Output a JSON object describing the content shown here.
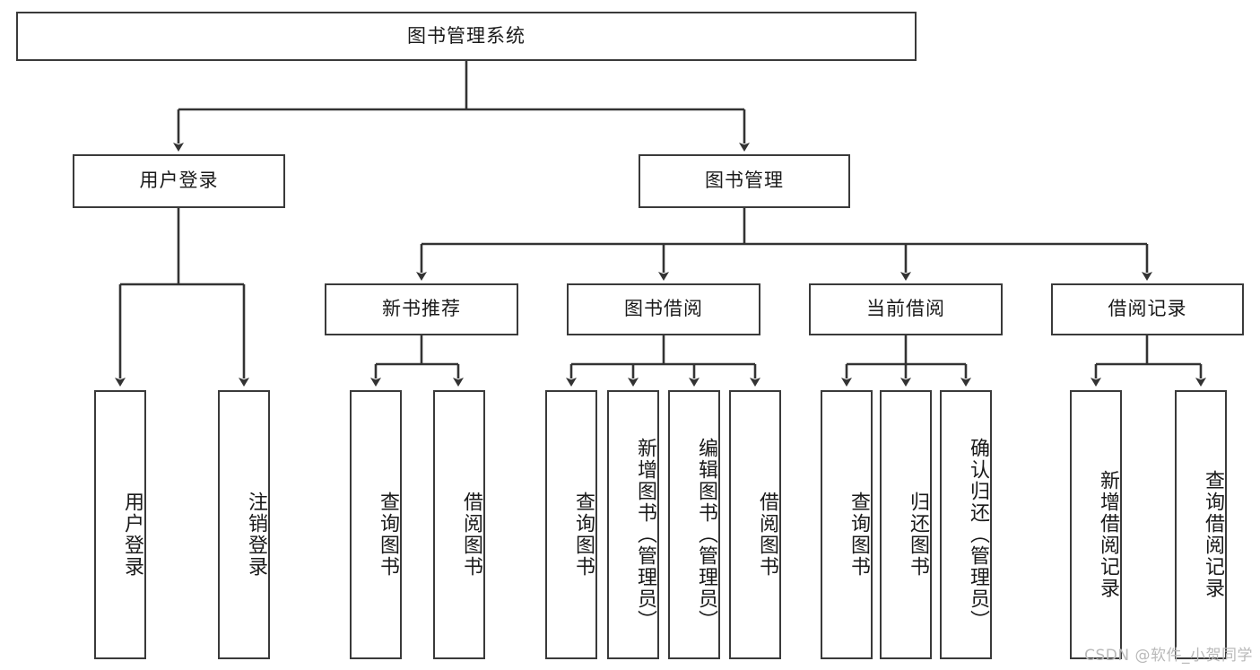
{
  "diagram": {
    "type": "tree",
    "title": "图书管理系统",
    "root": {
      "id": "root",
      "label": "图书管理系统"
    },
    "level2": [
      {
        "id": "user-login",
        "label": "用户登录"
      },
      {
        "id": "book-management",
        "label": "图书管理"
      }
    ],
    "level3": [
      {
        "id": "new-book-recommend",
        "label": "新书推荐",
        "parent": "book-management"
      },
      {
        "id": "book-borrow",
        "label": "图书借阅",
        "parent": "book-management"
      },
      {
        "id": "current-borrow",
        "label": "当前借阅",
        "parent": "book-management"
      },
      {
        "id": "borrow-record",
        "label": "借阅记录",
        "parent": "book-management"
      }
    ],
    "leaves": [
      {
        "id": "leaf-user-login",
        "label": "用户登录",
        "parent": "user-login"
      },
      {
        "id": "leaf-logout",
        "label": "注销登录",
        "parent": "user-login"
      },
      {
        "id": "leaf-query-book-1",
        "label": "查询图书",
        "parent": "new-book-recommend"
      },
      {
        "id": "leaf-borrow-book-1",
        "label": "借阅图书",
        "parent": "new-book-recommend"
      },
      {
        "id": "leaf-query-book-2",
        "label": "查询图书",
        "parent": "book-borrow"
      },
      {
        "id": "leaf-add-book",
        "label": "新增图书（管理员）",
        "parent": "book-borrow"
      },
      {
        "id": "leaf-edit-book",
        "label": "编辑图书（管理员）",
        "parent": "book-borrow"
      },
      {
        "id": "leaf-borrow-book-2",
        "label": "借阅图书",
        "parent": "book-borrow"
      },
      {
        "id": "leaf-query-book-3",
        "label": "查询图书",
        "parent": "current-borrow"
      },
      {
        "id": "leaf-return-book",
        "label": "归还图书",
        "parent": "current-borrow"
      },
      {
        "id": "leaf-confirm-return",
        "label": "确认归还（管理员）",
        "parent": "current-borrow"
      },
      {
        "id": "leaf-add-record",
        "label": "新增借阅记录",
        "parent": "borrow-record"
      },
      {
        "id": "leaf-query-record",
        "label": "查询借阅记录",
        "parent": "borrow-record"
      }
    ],
    "colors": {
      "box_border": "#3a3a3a",
      "box_fill": "#ffffff",
      "edge": "#333333",
      "text": "#1a1a1a",
      "watermark": "#b9b9b9",
      "background": "#ffffff"
    }
  },
  "watermark": {
    "text": "CSDN @软件_小贺同学"
  }
}
